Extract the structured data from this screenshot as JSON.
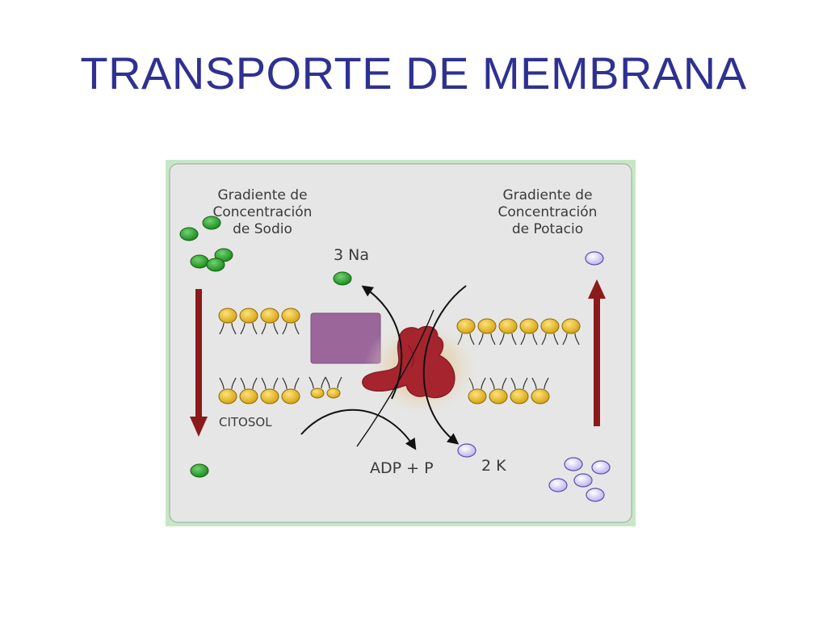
{
  "slide": {
    "title": "TRANSPORTE DE MEMBRANA"
  },
  "diagram": {
    "sodium_gradient_label": [
      "Gradiente de",
      "Concentración",
      "de Sodio"
    ],
    "potassium_gradient_label": [
      "Gradiente de",
      "Concentración",
      "de Potacio"
    ],
    "sodium_label": "3 Na",
    "potassium_label": "2 K",
    "adp_label": "ADP + P",
    "cytosol_label": "CITOSOL",
    "colors": {
      "background_border": "#c6e7c6",
      "panel": "#e6e6e6",
      "sodium_ion": "#2a9a2a",
      "potassium_ion": "#c9c3f0",
      "phospholipid_head": "#e3b51e",
      "pump_protein": "#a5242e",
      "channel_protein": "#9b679b",
      "gradient_arrow": "#8b1a1a"
    }
  }
}
